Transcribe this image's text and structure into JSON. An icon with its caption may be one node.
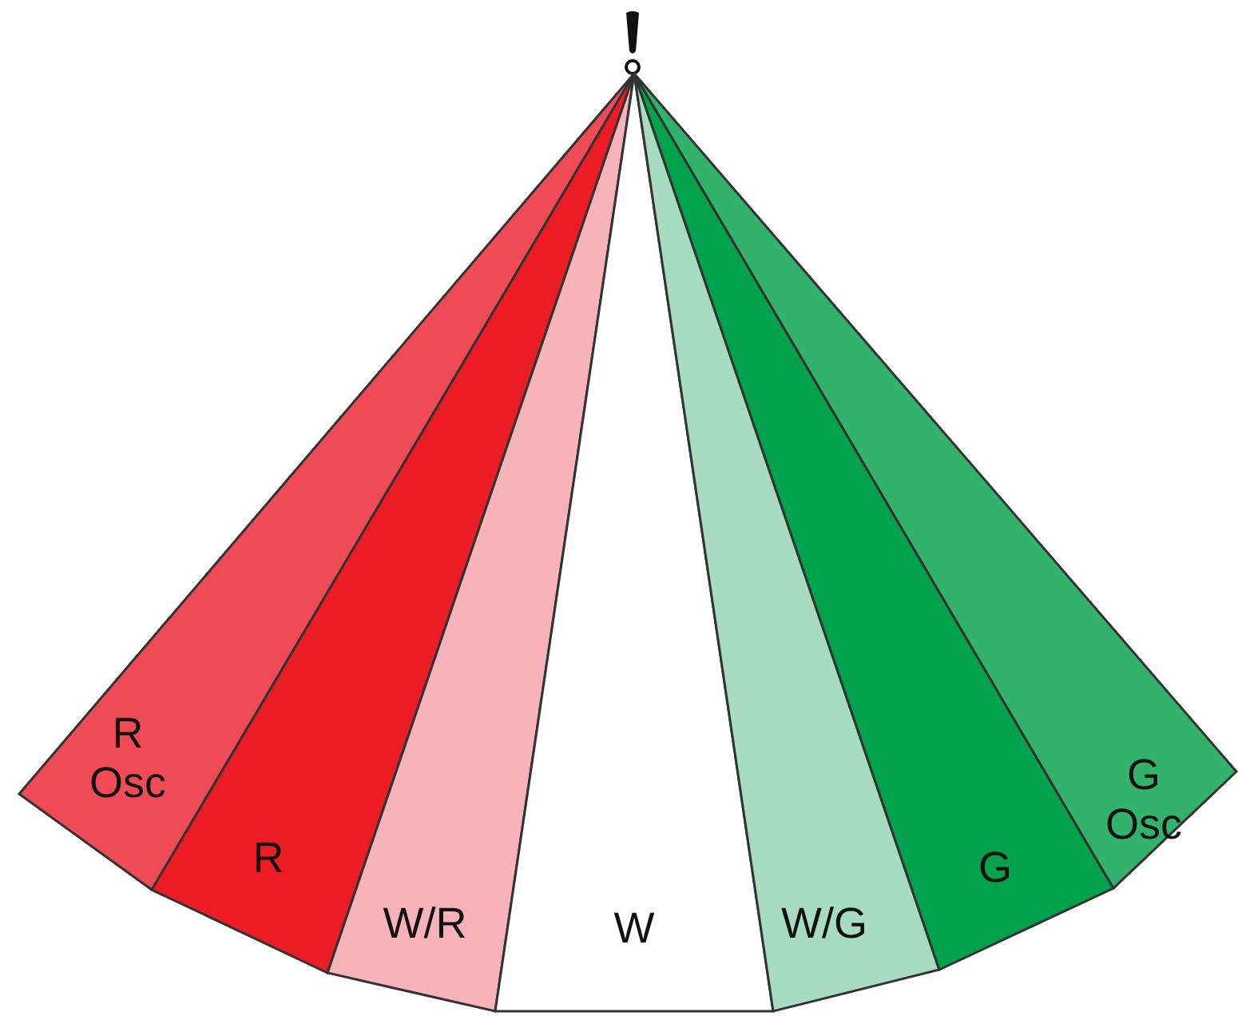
{
  "diagram": {
    "nodes": [
      {
        "text": [
          "R Osc"
        ]
      },
      {
        "text": [
          "R"
        ]
      },
      {
        "text": [
          "W/R"
        ]
      },
      {
        "text": [
          "W"
        ]
      },
      {
        "text": [
          "W/G"
        ]
      },
      {
        "text": [
          "G"
        ]
      },
      {
        "text": [
          "G Osc"
        ]
      }
    ]
  }
}
